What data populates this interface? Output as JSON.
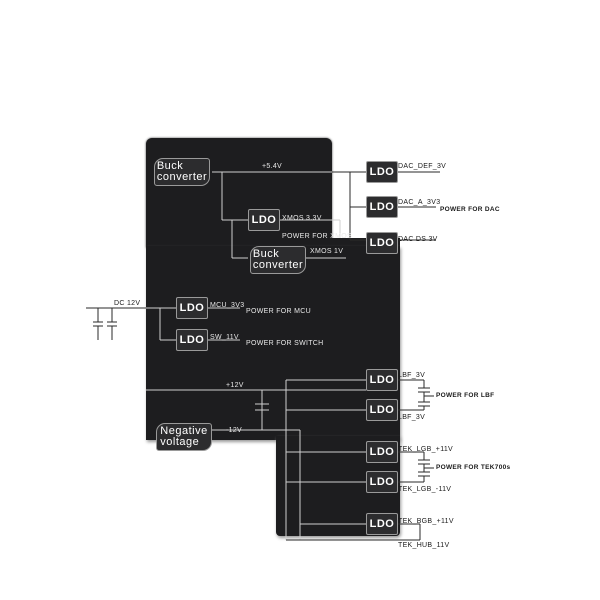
{
  "blocks": {
    "buck_top": "Buck\nconverter",
    "buck_mid": "Buck\nconverter",
    "negative": "Negative\nvoltage",
    "ldo": "LDO"
  },
  "rails": {
    "v54": "+5.4V",
    "v12": "+12V",
    "vneg12": "-12V",
    "dc_in": "DC 12V"
  },
  "outputs": {
    "dac_def": "DAC_DEF_3V",
    "dac_a": "DAC_A_3V3",
    "dac_ds": "DAC DS 3V",
    "xmos_33": "XMOS 3.3V",
    "xmos_1v": "XMOS 1V",
    "mcu": "MCU_3V3",
    "sw": "SW_11V",
    "lbf_pos": "LBF_3V",
    "lbf_neg": "LBF_3V",
    "tek_pos": "TEK_LGB_+11V",
    "tek_neg": "TEK_LGB_-11V",
    "hub_pos": "TEK_BGB_+11V",
    "hub_neg": "TEK_HUB_11V"
  },
  "notes": {
    "power_dac": "POWER FOR DAC",
    "power_xmos": "POWER FOR XMOS",
    "power_mcu": "POWER FOR MCU",
    "power_switch": "POWER FOR SWITCH",
    "power_lbf": "POWER FOR LBF",
    "power_tek": "POWER FOR TEK700s"
  },
  "colors": {
    "device": "#1d1d1f",
    "line_on_device": "#cfcfcf",
    "line_off_device": "#2a2a2a"
  }
}
